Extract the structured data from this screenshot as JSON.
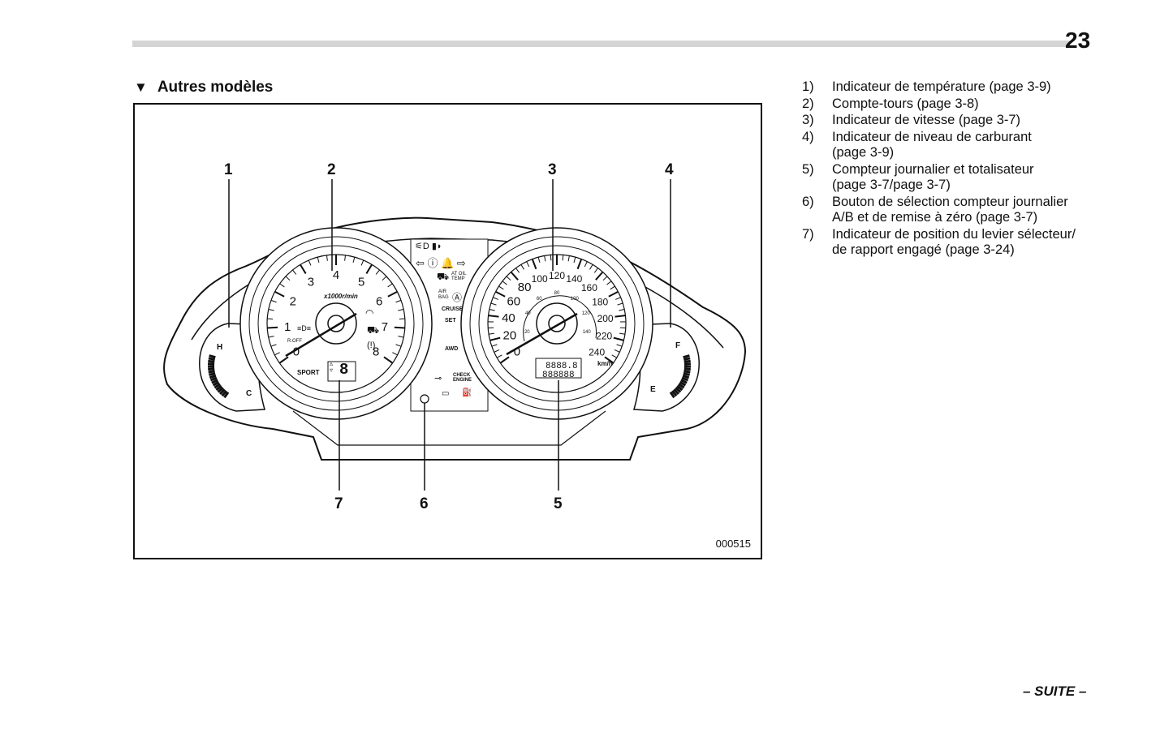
{
  "page": {
    "number": "23",
    "continuation": "– SUITE –"
  },
  "section": {
    "title": "Autres modèles"
  },
  "figure": {
    "code": "000515",
    "callouts": [
      "1",
      "2",
      "3",
      "4",
      "7",
      "6",
      "5"
    ],
    "tachometer": {
      "unit": "x1000r/min",
      "ticks": [
        "0",
        "1",
        "2",
        "3",
        "4",
        "5",
        "6",
        "7",
        "8"
      ],
      "mode": "SPORT",
      "gear_digit": "8"
    },
    "speedometer": {
      "unit": "km/h",
      "ticks": [
        "0",
        "20",
        "40",
        "60",
        "80",
        "100",
        "120",
        "140",
        "160",
        "180",
        "200",
        "220",
        "240"
      ],
      "mph_ticks": [
        "20",
        "40",
        "60",
        "80",
        "100",
        "120",
        "140"
      ],
      "odometer": [
        "8888.8",
        "888888"
      ]
    },
    "temp_gauge": {
      "high": "H",
      "low": "C"
    },
    "fuel_gauge": {
      "full": "F",
      "empty": "E"
    },
    "warning_labels": {
      "at_oil_temp": [
        "AT OIL",
        "TEMP"
      ],
      "airbag": [
        "AIR",
        "BAG"
      ],
      "cruise": "CRUISE",
      "set": "SET",
      "awd": "AWD",
      "check_engine": [
        "CHECK",
        "ENGINE"
      ],
      "r_off": "R.OFF"
    }
  },
  "legend": {
    "items": [
      {
        "num": "1)",
        "text": "Indicateur de température (page 3-9)"
      },
      {
        "num": "2)",
        "text": "Compte-tours (page 3-8)"
      },
      {
        "num": "3)",
        "text": "Indicateur de vitesse (page 3-7)"
      },
      {
        "num": "4)",
        "text": "Indicateur de niveau de carburant\n(page 3-9)"
      },
      {
        "num": "5)",
        "text": "Compteur journalier et totalisateur\n(page 3-7/page 3-7)"
      },
      {
        "num": "6)",
        "text": "Bouton de sélection compteur journalier\nA/B et de remise à zéro (page 3-7)"
      },
      {
        "num": "7)",
        "text": "Indicateur de position du levier sélecteur/\nde rapport engagé (page 3-24)"
      }
    ]
  }
}
